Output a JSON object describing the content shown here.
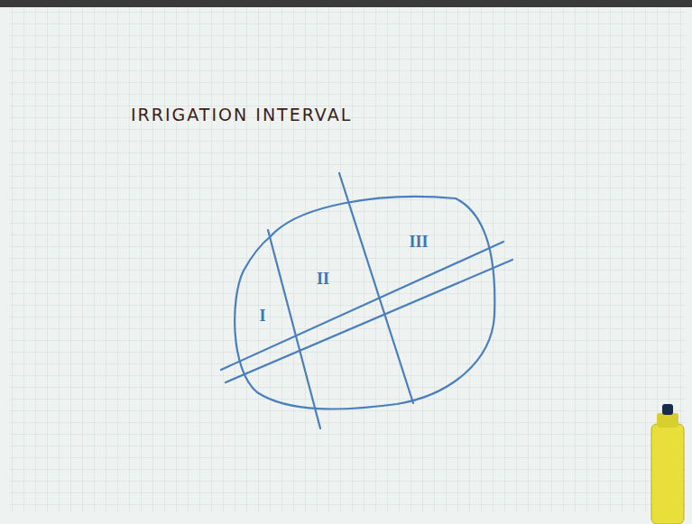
{
  "diagram": {
    "title": "IRRIGATION INTERVAL",
    "labels": [
      "I",
      "II",
      "III"
    ]
  }
}
